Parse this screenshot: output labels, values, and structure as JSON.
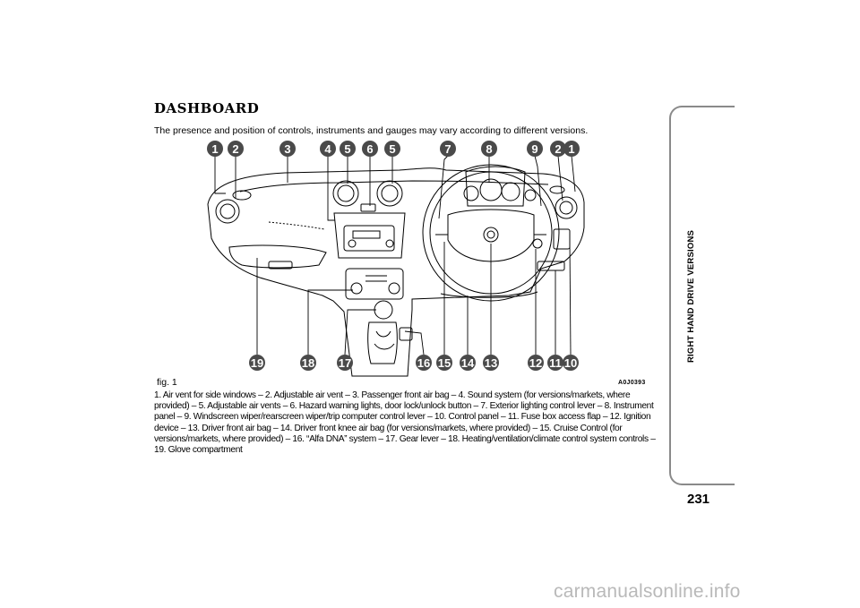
{
  "section": {
    "title": "DASHBOARD",
    "intro": "The presence and position of controls, instruments and gauges may vary according to different versions."
  },
  "figure": {
    "label": "fig. 1",
    "code": "A0J0393",
    "callouts_top": [
      "1",
      "2",
      "3",
      "4",
      "5",
      "6",
      "5",
      "7",
      "8",
      "9",
      "2",
      "1"
    ],
    "callouts_bottom": [
      "19",
      "18",
      "17",
      "16",
      "15",
      "14",
      "13",
      "12",
      "11",
      "10"
    ]
  },
  "caption": "1. Air vent for side windows – 2. Adjustable air vent – 3. Passenger front air bag – 4. Sound system (for versions/markets, where provided) – 5. Adjustable air vents – 6. Hazard warning lights, door lock/unlock button – 7. Exterior lighting control lever – 8. Instrument panel – 9. Windscreen wiper/rearscreen wiper/trip computer control lever – 10. Control panel – 11. Fuse box access flap – 12. Ignition device – 13. Driver front air bag – 14. Driver front knee air bag (for versions/markets, where provided) – 15. Cruise Control (for versions/markets, where provided) – 16. “Alfa DNA” system – 17. Gear lever – 18. Heating/ventilation/climate control system controls – 19. Glove compartment",
  "side_tab": {
    "label": "RIGHT HAND DRIVE VERSIONS"
  },
  "page_number": "231",
  "watermark": "carmanualsonline.info"
}
